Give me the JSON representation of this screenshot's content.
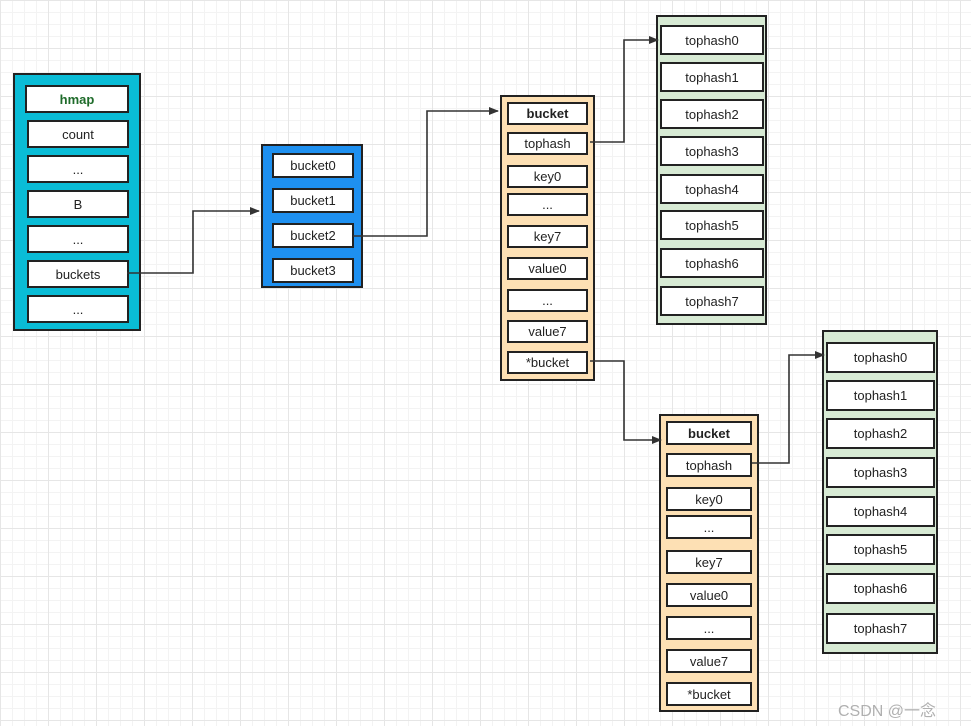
{
  "hmap": {
    "title": "hmap",
    "fields": [
      "count",
      "...",
      "B",
      "...",
      "buckets",
      "..."
    ],
    "color": "#0abcd6"
  },
  "buckets_array": {
    "items": [
      "bucket0",
      "bucket1",
      "bucket2",
      "bucket3"
    ],
    "color": "#1e90f0"
  },
  "bucket_a": {
    "title": "bucket",
    "fields": [
      "tophash",
      "key0",
      "...",
      "key7",
      "value0",
      "...",
      "value7",
      "*bucket"
    ],
    "color": "#fde0b4"
  },
  "bucket_b": {
    "title": "bucket",
    "fields": [
      "tophash",
      "key0",
      "...",
      "key7",
      "value0",
      "...",
      "value7",
      "*bucket"
    ],
    "color": "#fde0b4"
  },
  "tophash_a": {
    "items": [
      "tophash0",
      "tophash1",
      "tophash2",
      "tophash3",
      "tophash4",
      "tophash5",
      "tophash6",
      "tophash7"
    ],
    "color": "#d7ead4"
  },
  "tophash_b": {
    "items": [
      "tophash0",
      "tophash1",
      "tophash2",
      "tophash3",
      "tophash4",
      "tophash5",
      "tophash6",
      "tophash7"
    ],
    "color": "#d7ead4"
  },
  "watermark": "CSDN @一念"
}
